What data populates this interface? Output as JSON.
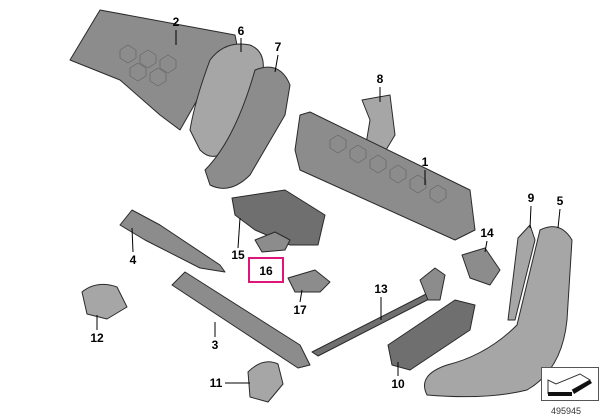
{
  "diagram": {
    "labels": [
      "1",
      "2",
      "3",
      "4",
      "5",
      "6",
      "7",
      "8",
      "9",
      "10",
      "11",
      "12",
      "13",
      "14",
      "15",
      "16",
      "17"
    ],
    "highlighted_label": "16",
    "highlight_color": "#e0157a",
    "image_id": "495945"
  }
}
